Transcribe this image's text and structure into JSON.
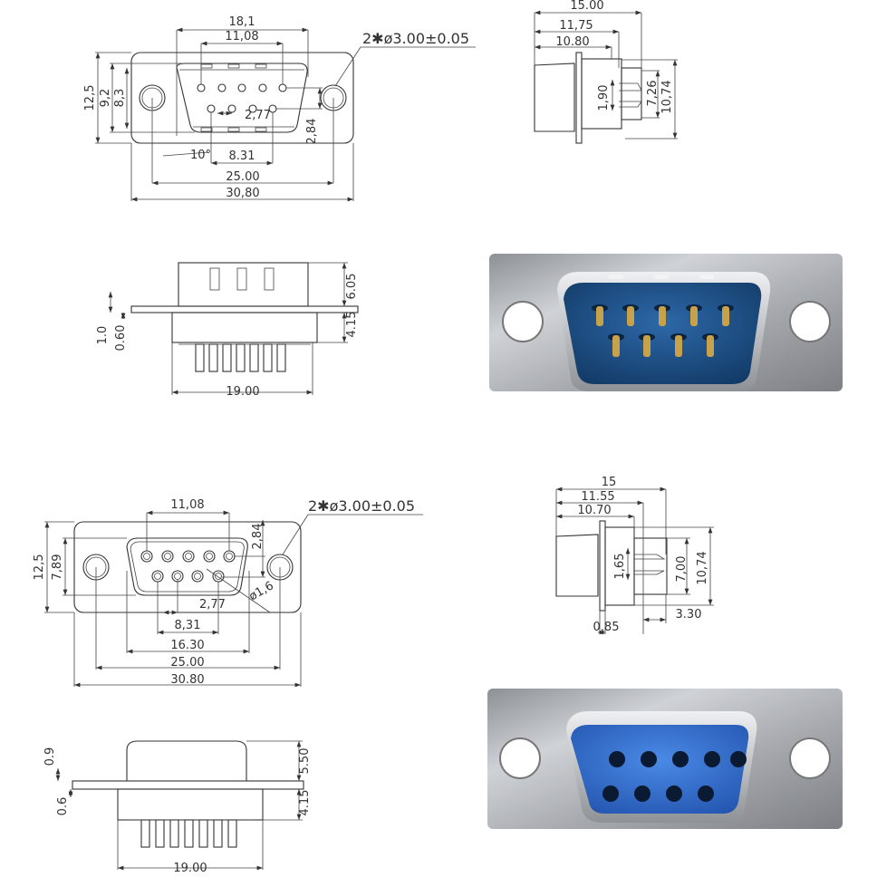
{
  "male": {
    "front": {
      "overall_width": "30,80",
      "hole_spacing": "25.00",
      "shell_width": "18,1",
      "pin_span_top": "11,08",
      "pin_span_bottom": "8.31",
      "pin_pitch": "2,77",
      "row_spacing": "2,84",
      "height": "12,5",
      "shell_height": "9,2",
      "inner_height": "8,3",
      "angle": "10°",
      "holes": "2✱ø3.00±0.05"
    },
    "side": {
      "total": "15.00",
      "to_pins": "11,75",
      "body": "10.80",
      "pin_gap": "1,90",
      "pin_span": "7,26",
      "flange_height": "10,74"
    },
    "profile": {
      "shell_height": "6.05",
      "body_height": "4.15",
      "flange_thickness": "1.0",
      "flange_offset": "0.60",
      "width": "19.00"
    },
    "photo": {
      "insulator_color": "#1f4f8a",
      "metal_color": "#b9bcc0",
      "pin_color": "#c8a24a"
    }
  },
  "female": {
    "front": {
      "overall_width": "30.80",
      "hole_spacing": "25.00",
      "shell_width": "16.30",
      "pin_span_top": "11,08",
      "pin_span_bottom": "8,31",
      "pin_pitch": "2,77",
      "row_spacing": "2,84",
      "height": "12,5",
      "inner_height": "7,89",
      "pin_diameter": "ø1,6",
      "holes": "2✱ø3.00±0.05"
    },
    "side": {
      "total": "15",
      "to_pins": "11.55",
      "body": "10.70",
      "pin_gap": "1,65",
      "pin_span": "7,00",
      "flange_height": "10,74",
      "pin_length": "3.30",
      "flange_thickness": "0.85"
    },
    "profile": {
      "shell_height": "5.50",
      "body_height": "4.15",
      "flange_thickness": "0.9",
      "flange_offset": "0.6",
      "width": "19.00"
    },
    "photo": {
      "insulator_color": "#2f6fd0",
      "metal_color": "#b9bcc0",
      "socket_color": "#0b1a33"
    }
  }
}
